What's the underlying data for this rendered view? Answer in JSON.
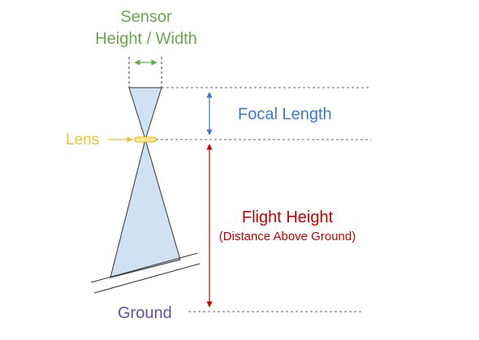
{
  "colors": {
    "sensor": "#6aa84f",
    "focal": "#3c78d8",
    "lens": "#f1c232",
    "flight": "#cc0000",
    "ground": "#674ea7",
    "cone_fill": "#cfe2f3",
    "line": "#333333",
    "dashed": "#666666"
  },
  "labels": {
    "sensor_line1": "Sensor",
    "sensor_line2": "Height / Width",
    "focal_length": "Focal Length",
    "lens": "Lens",
    "flight_height": "Flight Height",
    "flight_height_sub": "(Distance Above Ground)",
    "ground": "Ground"
  }
}
